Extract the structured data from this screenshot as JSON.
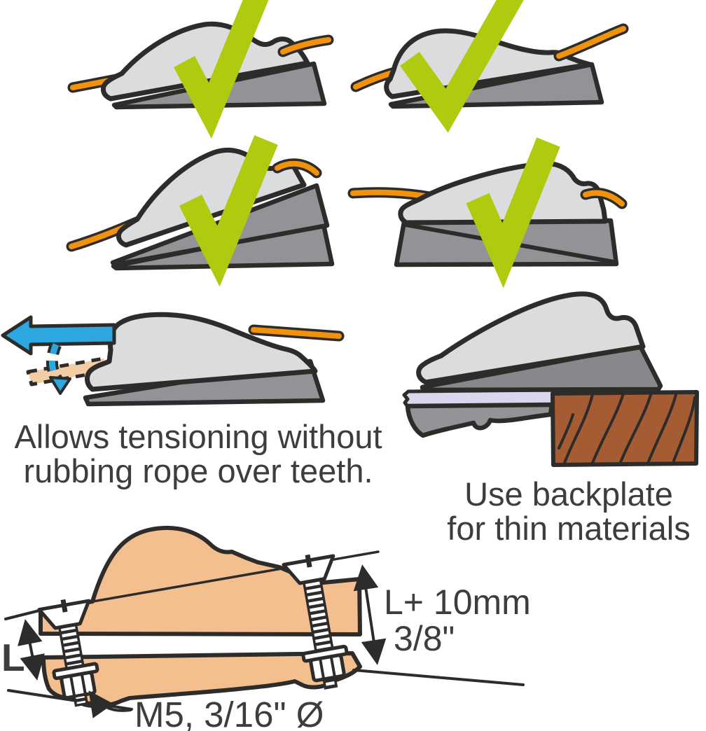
{
  "captions": {
    "tensioning": {
      "line1": "Allows tensioning without",
      "line2": "rubbing rope over teeth."
    },
    "backplate": {
      "line1": "Use backplate",
      "line2": "for thin materials"
    }
  },
  "labels": {
    "length": "L",
    "screw_length_line1": "L+ 10mm",
    "screw_length_line2": "3/8\"",
    "screw_spec": "M5, 3/16\" Ø"
  },
  "icons": {
    "check_icon": "✓",
    "pull_arrow_icon": "←",
    "rope_lift_arrow_icon": "⤵"
  },
  "colors": {
    "paper_white": "#FFFFFF",
    "outline_dark": "#2E2B2B",
    "check_green": "#B0CA10",
    "rope_orange": "#F0920C",
    "cleat_gray": "#DBDCDE",
    "wedge_gray": "#929297",
    "wedge_dark": "#87888C",
    "cross_section_tan": "#F4BF8E",
    "ghost_rope_tan": "#F3CDA4",
    "wood_brown": "#A65C33",
    "backplate_panel_lavender": "#D9D6ED",
    "arrow_blue": "#2DA7E0",
    "text_gray": "#3D3D3D"
  }
}
